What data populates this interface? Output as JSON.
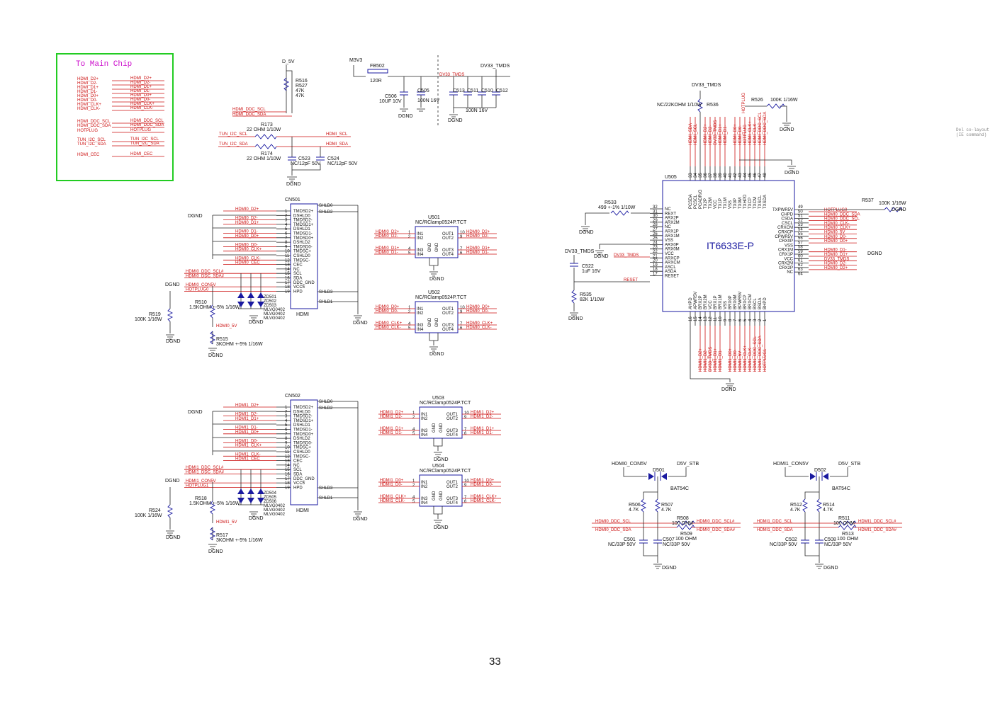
{
  "main_chip_box": {
    "title": "To Main Chip",
    "left_nets": [
      "HDMI_D2+",
      "HDMI_D2-",
      "HDMI_D1+",
      "HDMI_D1-",
      "HDMI_D0+",
      "HDMI_D0-",
      "HDMI_CLK+",
      "HDMI_CLK-",
      "HDMI_DDC_SCL",
      "HDMI_DDC_SDA",
      "HOTPLUG",
      "TUN_I2C_SCL",
      "TUN_I2C_SDA",
      "HDMI_CEC"
    ],
    "right_nets": [
      "HDMI_D2+",
      "HDMI_D2-",
      "HDMI_D1+",
      "HDMI_D1-",
      "HDMI_D0+",
      "HDMI_D0-",
      "HDMI_CLK+",
      "HDMI_CLK-",
      "HDMI_DDC_SCL",
      "HDMI_DDC_SDA",
      "HOTPLUG",
      "TUN_I2C_SCL",
      "TUN_I2C_SDA",
      "HDMI_CEC"
    ],
    "color": "#22cc22"
  },
  "power_section": {
    "d5v": "D_5V",
    "m3v3": "M3V3",
    "fb": "FB502",
    "fb_val": "120R",
    "dv33": "DV33_TMDS",
    "dv33_net": "DV33_TMDS",
    "r516": "R516",
    "r527": "R527",
    "r_val1": "47K",
    "r_val2": "47K",
    "ddc_scl": "HDMI_DDC_SCL",
    "ddc_sda": "HDMI_DDC_SDA",
    "r173": "R173",
    "r173_val": "22 OHM 1/10W",
    "r174": "R174",
    "r174_val": "22 OHM 1/10W",
    "tun_scl": "TUN_I2C_SCL",
    "tun_sda": "TUN_I2C_SDA",
    "hdmi_scl": "HDMI_SCL",
    "hdmi_sda": "HDMI_SDA",
    "c506": "C506",
    "c506_val": "10UF 10V",
    "c505": "C505",
    "c505_val": "100N 16V",
    "c513": "C513",
    "c511": "C511",
    "c510": "C510",
    "c512": "C512",
    "c_val": "100N 16V",
    "c523": "C523",
    "c523_val": "NC/12pF 50V",
    "c524": "C524",
    "c524_val": "NC/12pF 50V",
    "dgnd": "DGND"
  },
  "cn501": {
    "ref": "CN501",
    "name": "HDMI",
    "pins": [
      "TMDSD2+",
      "DSHLD0",
      "TMDSD2-",
      "TMDSD1+",
      "DSHLD1",
      "TMDSD1-",
      "TMDSD0+",
      "DSHLD2",
      "TMDSD0-",
      "TMDSC+",
      "CSHLD0",
      "TMDSC-",
      "CEC",
      "NC",
      "SCL",
      "SDA",
      "DDC_GND",
      "VCC5",
      "HPD"
    ],
    "shld": [
      "SHLD0",
      "SHLD2",
      "SHLD3",
      "SHLD1"
    ],
    "nets": [
      "HDMI0_D2+",
      "HDMI0_D2-",
      "HDMI0_D1+",
      "HDMI0_D1-",
      "HDMI0_D0+",
      "HDMI0_D0-",
      "HDMI0_CLK+",
      "HDMI0_CLK-",
      "HDMI0_CEC",
      "HDMI0_DDC_SCL#",
      "HDMI0_DDC_SDA#",
      "HDMI0_CON5V",
      "HOTPLUG0"
    ],
    "r510": "R510",
    "r510_val": "1.5KOHM +-5% 1/16W",
    "r519": "R519",
    "r519_val": "100K 1/16W",
    "r515": "R515",
    "r515_val": "3KOHM +-5% 1/16W",
    "hdmi5v": "HDMI0_5V",
    "zd": [
      "ZD501",
      "ZD502",
      "ZD503"
    ],
    "zd_val": "MLVG0402"
  },
  "cn502": {
    "ref": "CN502",
    "name": "HDMI",
    "pins": [
      "TMDSD2+",
      "DSHLD0",
      "TMDSD2-",
      "TMDSD1+",
      "DSHLD1",
      "TMDSD1-",
      "TMDSD0+",
      "DSHLD2",
      "TMDSD0-",
      "TMDSC+",
      "CSHLD0",
      "TMDSC-",
      "CEC",
      "NC",
      "SCL",
      "SDA",
      "DDC_GND",
      "VCC5",
      "HPD"
    ],
    "shld": [
      "SHLD0",
      "SHLD2",
      "SHLD3",
      "SHLD1"
    ],
    "nets": [
      "HDMI1_D2+",
      "HDMI1_D2-",
      "HDMI1_D1+",
      "HDMI1_D1-",
      "HDMI1_D0+",
      "HDMI1_D0-",
      "HDMI1_CLK+",
      "HDMI1_CLK-",
      "HDMI1_CEC",
      "HDMI1_DDC_SCL#",
      "HDMI1_DDC_SDA#",
      "HDMI1_CON5V",
      "HOTPLUG1"
    ],
    "r518": "R518",
    "r518_val": "1.5KOHM +-5% 1/16W",
    "r524": "R524",
    "r524_val": "100K 1/16W",
    "r517": "R517",
    "r517_val": "3KOHM +-5% 1/16W",
    "hdmi5v": "HDMI1_5V",
    "zd": [
      "ZD504",
      "ZD505",
      "ZD506"
    ],
    "zd_val": "MLVG0402"
  },
  "clamps": [
    {
      "ref": "U501",
      "val": "NC/RClamp0524P.TCT",
      "in": [
        "HDMI0_D2+",
        "HDMI0_D2-",
        "HDMI0_D1+",
        "HDMI0_D1-"
      ],
      "out": [
        "HDMI0_D2+",
        "HDMI0_D2-",
        "HDMI0_D1+",
        "HDMI0_D1-"
      ]
    },
    {
      "ref": "U502",
      "val": "NC/RClamp0524P.TCT",
      "in": [
        "HDMI0_D0+",
        "HDMI0_D0-",
        "HDMI0_CLK+",
        "HDMI0_CLK-"
      ],
      "out": [
        "HDMI0_D0+",
        "HDMI0_D0-",
        "HDMI0_CLK+",
        "HDMI0_CLK-"
      ]
    },
    {
      "ref": "U503",
      "val": "NC/RClamp0524P.TCT",
      "in": [
        "HDMI1_D2+",
        "HDMI1_D2-",
        "HDMI1_D1+",
        "HDMI1_D1-"
      ],
      "out": [
        "HDMI1_D2+",
        "HDMI1_D2-",
        "HDMI1_D1+",
        "HDMI1_D1-"
      ]
    },
    {
      "ref": "U504",
      "val": "NC/RClamp0524P.TCT",
      "in": [
        "HDMI1_D0+",
        "HDMI1_D0-",
        "HDMI1_CLK+",
        "HDMI1_CLK-"
      ],
      "out": [
        "HDMI1_D0+",
        "HDMI1_D0-",
        "HDMI1_CLK+",
        "HDMI1_CLK-"
      ]
    }
  ],
  "clamp_pins": {
    "in": [
      "IN1",
      "IN2",
      "IN3",
      "IN4"
    ],
    "out": [
      "OUT1",
      "OUT2",
      "OUT3",
      "OUT4"
    ],
    "gnd": "GND"
  },
  "switch_ic": {
    "ref": "U505",
    "name": "IT6633E-P",
    "left_pins": [
      "NC",
      "REXT",
      "ARX2P",
      "ARX2M",
      "NC",
      "ARX1P",
      "ARX1M",
      "VSS",
      "ARX0P",
      "ARX0M",
      "VCC",
      "ARXCP",
      "ARXCM",
      "ASCL",
      "ASDA",
      "RESET"
    ],
    "left_nums": [
      "32",
      "31",
      "30",
      "29",
      "28",
      "27",
      "26",
      "25",
      "24",
      "23",
      "22",
      "21",
      "20",
      "19",
      "18",
      "17"
    ],
    "right_pins": [
      "TXPWR5V",
      "CHPD",
      "CSDA",
      "CSCL",
      "CRXCM",
      "CRXCP",
      "CPWR5V",
      "CRX0P",
      "VSS",
      "CRX1M",
      "CRX1P",
      "VCC",
      "CRX2M",
      "CRX2P",
      "NC"
    ],
    "right_nums": [
      "49",
      "50",
      "51",
      "52",
      "53",
      "54",
      "55",
      "56",
      "57",
      "58",
      "59",
      "60",
      "61",
      "62",
      "63",
      "64"
    ],
    "right_nets": [
      "HOTPLUG0",
      "HDMI0_DDC_SDA",
      "HDMI0_DDC_SCL",
      "HDMI0_CLK-",
      "HDMI0_CLK+",
      "HDMI0_5V",
      "HDMI0_D0-",
      "HDMI0_D0+",
      "",
      "HDMI0_D1-",
      "HDMI0_D1+",
      "DV33_TMDS",
      "HDMI0_D2-",
      "HDMI0_D2+"
    ],
    "top_pins": [
      "PCSDA",
      "PCSCL",
      "PCADR/G",
      "TX2P",
      "TX2M",
      "VCC",
      "TX1P",
      "TX1M",
      "VSS",
      "TX0P",
      "TX0M",
      "TXHPD",
      "TXCP",
      "TXCM",
      "TXSCL",
      "TXSDA"
    ],
    "top_nums": [
      "33",
      "34",
      "35",
      "36",
      "37",
      "38",
      "39",
      "40",
      "41",
      "42",
      "43",
      "44",
      "45",
      "46",
      "47",
      "48"
    ],
    "top_nets": [
      "HDMI_SDA",
      "HDMI_SCL",
      "",
      "HDMI_D2+",
      "HDMI_D2-",
      "DV33_TMDS",
      "HDMI_D1+",
      "HDMI_D1-",
      "",
      "HDMI_D0+",
      "HDMI_D0-",
      "HOTPLUG",
      "HDMI_CLK+",
      "HDMI_CLK-",
      "HDMI_DDC_SCL",
      "HDMI_DDC_SDA"
    ],
    "bottom_pins": [
      "AHPD",
      "APWR5V",
      "BRX2P",
      "BRX2M",
      "VCC",
      "BRX1P",
      "BRX1M",
      "VSS",
      "BRX0P",
      "BRX0M",
      "BPWR5V",
      "BRXCP",
      "BRXCM",
      "BSCL",
      "BSDA",
      "BHPD"
    ],
    "bottom_nums": [
      "16",
      "15",
      "14",
      "13",
      "12",
      "11",
      "10",
      "9",
      "8",
      "7",
      "6",
      "5",
      "4",
      "3",
      "2",
      "1"
    ],
    "bottom_nets": [
      "",
      "HDMI1_D2+",
      "HDMI1_D2-",
      "DV33_TMDS",
      "HDMI1_D1+",
      "HDMI1_D1-",
      "",
      "HDMI1_D0+",
      "HDMI1_D0-",
      "HDMI1_5V",
      "HDMI1_CLK+",
      "HDMI1_CLK-",
      "HDMI1_DDC_SCL",
      "HDMI1_DDC_SDA",
      "HOTPLUG1"
    ],
    "r533": "R533",
    "r533_val": "499 +-1% 1/10W",
    "r536": "R536",
    "r536_val": "NC/22KOHM 1/10W",
    "r526": "R526",
    "r526_val": "100K 1/16W",
    "r537": "R537",
    "r537_val": "100K 1/16W",
    "r535": "R535",
    "r535_val": "82K 1/10W",
    "c522": "C522",
    "c522_val": "1uF 16V",
    "dv33": "DV33_TMDS",
    "reset": "RESET",
    "hotplug": "HOTPLUG",
    "dgnd": "DGND"
  },
  "note": {
    "line1": "Del co-layout",
    "line2": "(IE command)"
  },
  "diode_blocks": [
    {
      "con": "HDMI0_CON5V",
      "stb": "D5V_STB",
      "d": "D501",
      "d_val": "BAT54C",
      "ra": "R506",
      "rb": "R507",
      "r_val": "4.7K",
      "rs": "R508",
      "rs2": "R509",
      "rs_val": "100 OHM",
      "scl": "HDMI0_DDC_SCL",
      "sda": "HDMI0_DDC_SDA",
      "scl_o": "HDMI0_DDC_SCL#",
      "sda_o": "HDMI0_DDC_SDA#",
      "ca": "C501",
      "cb": "C507",
      "c_val": "NC/33P 50V"
    },
    {
      "con": "HDMI1_CON5V",
      "stb": "D5V_STB",
      "d": "D502",
      "d_val": "BAT54C",
      "ra": "R512",
      "rb": "R514",
      "r_val": "4.7K",
      "rs": "R511",
      "rs2": "R513",
      "rs_val": "100 OHM",
      "scl": "HDMI1_DDC_SCL",
      "sda": "HDMI1_DDC_SDA",
      "scl_o": "HDMI1_DDC_SCL#",
      "sda_o": "HDMI1_DDC_SDA#",
      "ca": "C502",
      "cb": "C508",
      "c_val": "NC/33P 50V"
    }
  ],
  "page_number": "33"
}
